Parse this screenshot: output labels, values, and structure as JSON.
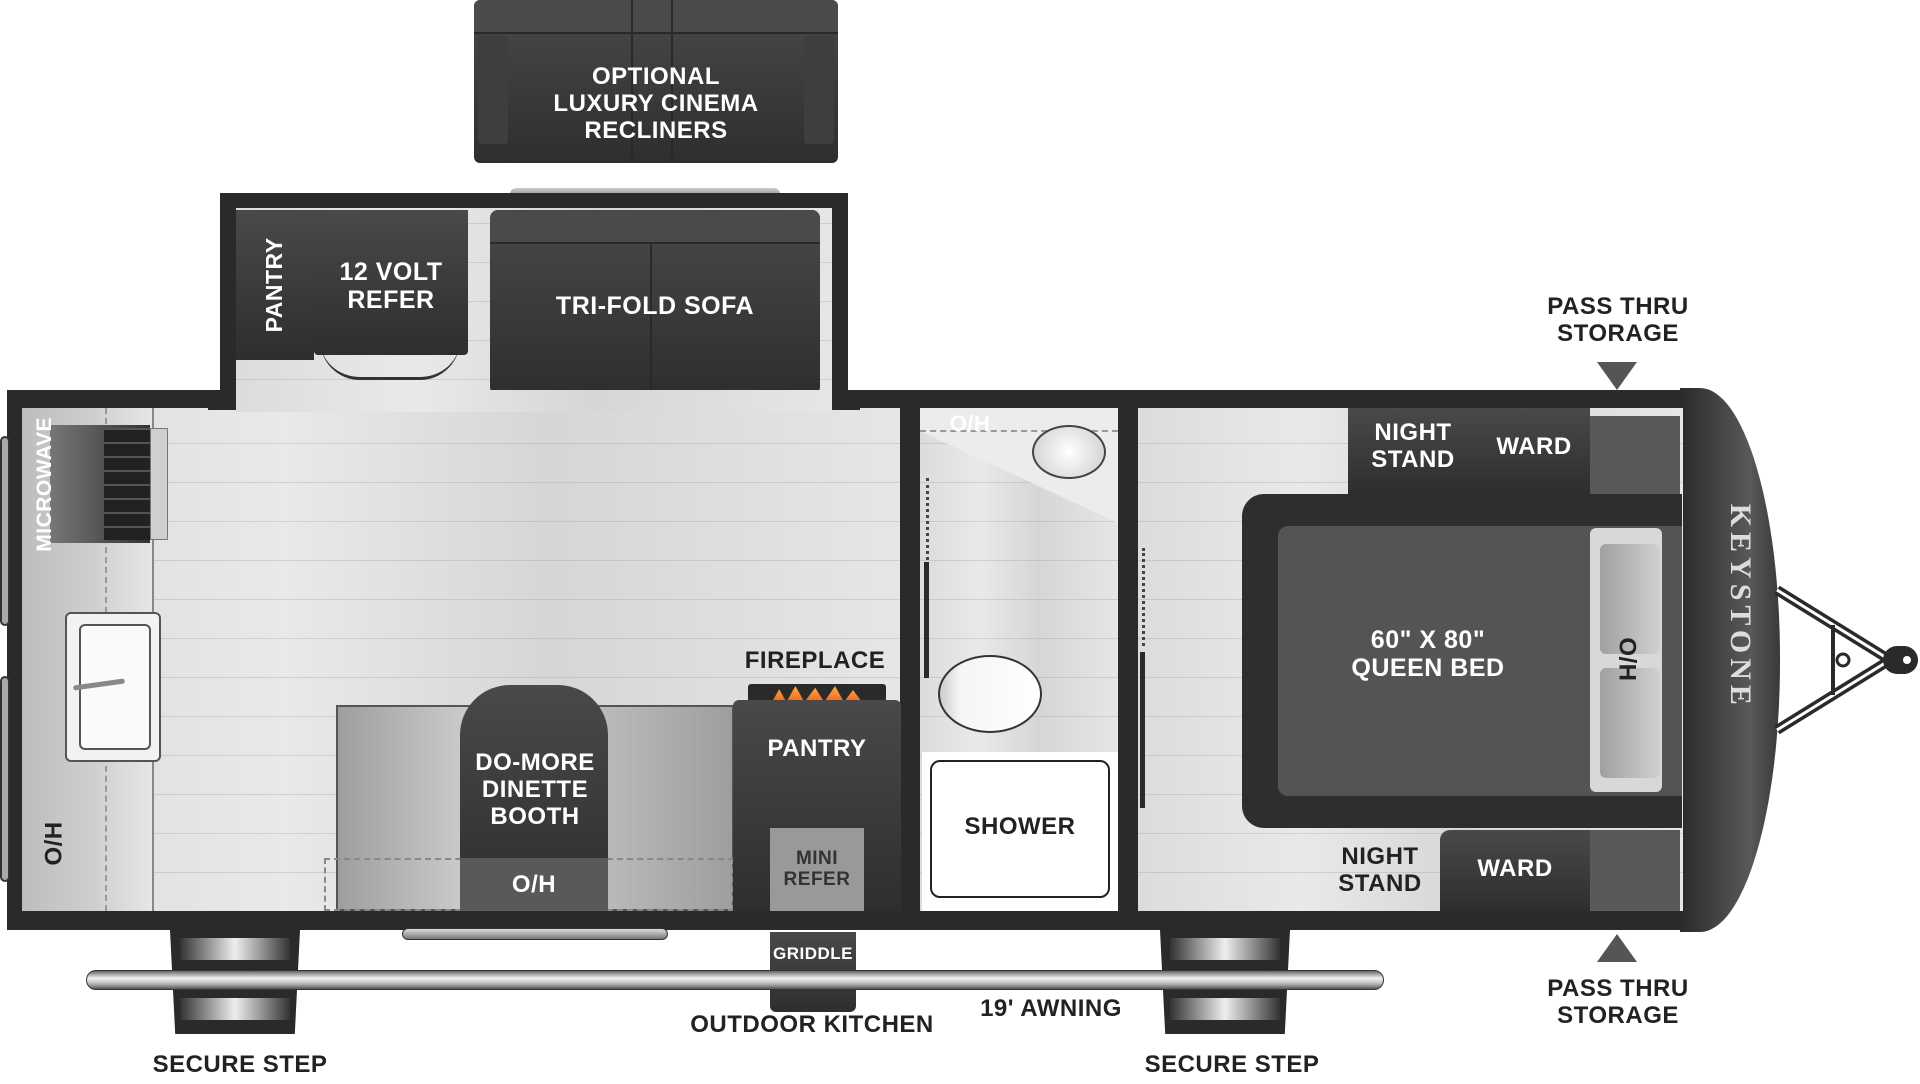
{
  "floorplan": {
    "brand": "KEYSTONE",
    "labels": {
      "recliners": [
        "OPTIONAL",
        "LUXURY CINEMA",
        "RECLINERS"
      ],
      "pantry_slide": "PANTRY",
      "refer_12v": [
        "12 VOLT",
        "REFER"
      ],
      "sofa": "TRI-FOLD SOFA",
      "microwave": "MICROWAVE",
      "kitchen_oh": "O/H",
      "bath_oh": "O/H",
      "fireplace": "FIREPLACE",
      "dinette": [
        "DO-MORE",
        "DINETTE",
        "BOOTH"
      ],
      "dinette_oh": "O/H",
      "pantry_main": "PANTRY",
      "mini_refer": [
        "MINI",
        "REFER"
      ],
      "shower": "SHOWER",
      "night_stand_top": [
        "NIGHT",
        "STAND"
      ],
      "ward_top": "WARD",
      "bed": [
        "60\" X 80\"",
        "QUEEN BED"
      ],
      "bed_oh": "O/H",
      "night_stand_bottom": [
        "NIGHT",
        "STAND"
      ],
      "ward_bottom": "WARD",
      "pass_thru_top": [
        "PASS THRU",
        "STORAGE"
      ],
      "pass_thru_bottom": [
        "PASS THRU",
        "STORAGE"
      ],
      "griddle": "GRIDDLE",
      "outdoor_kitchen": "OUTDOOR KITCHEN",
      "awning": "19' AWNING",
      "secure_step_left": "SECURE STEP",
      "secure_step_right": "SECURE STEP"
    },
    "colors": {
      "wall": "#2b2a2b",
      "furniture_dark": "#3d3b3c",
      "furniture_mid": "#5a5859",
      "floor": "#e2e2e2",
      "fire": "#f26522"
    }
  }
}
